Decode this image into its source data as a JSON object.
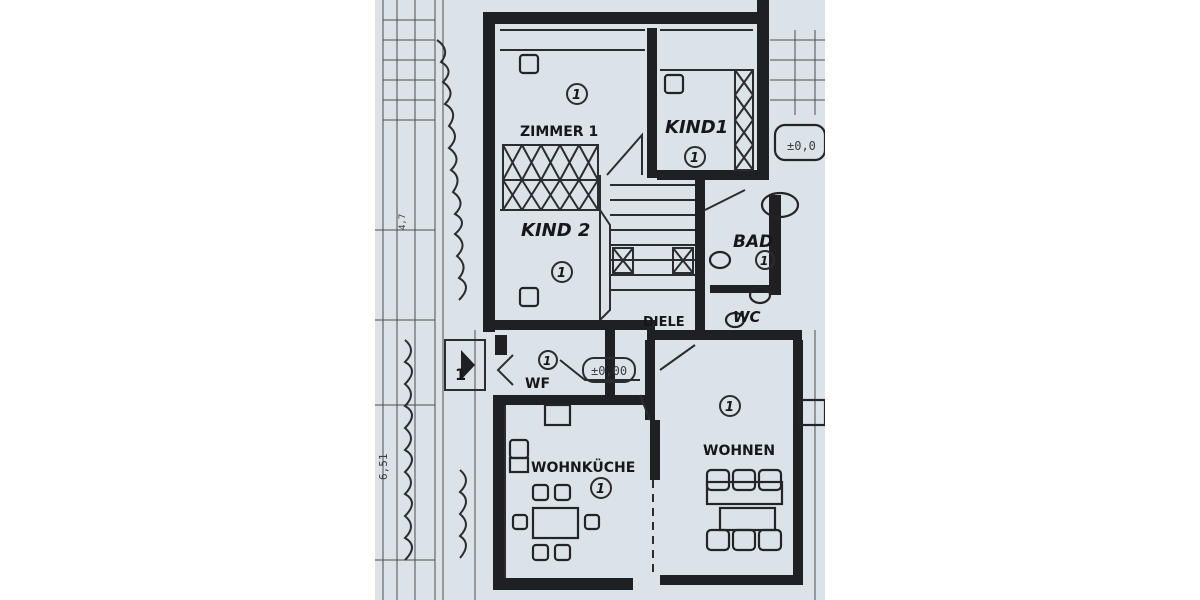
{
  "rooms": {
    "zimmer1": "ZIMMER 1",
    "kind1": "KIND1",
    "kind2": "KIND 2",
    "bad": "BAD",
    "wc": "WC",
    "diele": "DIELE",
    "wf": "WF",
    "wohnkueche": "WOHNKÜCHE",
    "wohnen": "WOHNEN"
  },
  "markers": {
    "room_number": "1",
    "level_top": "±0,0",
    "level_mid": "±0,00",
    "dimension_left": "6,51",
    "dimension_top_left": "4,7",
    "stair_left": "1"
  }
}
